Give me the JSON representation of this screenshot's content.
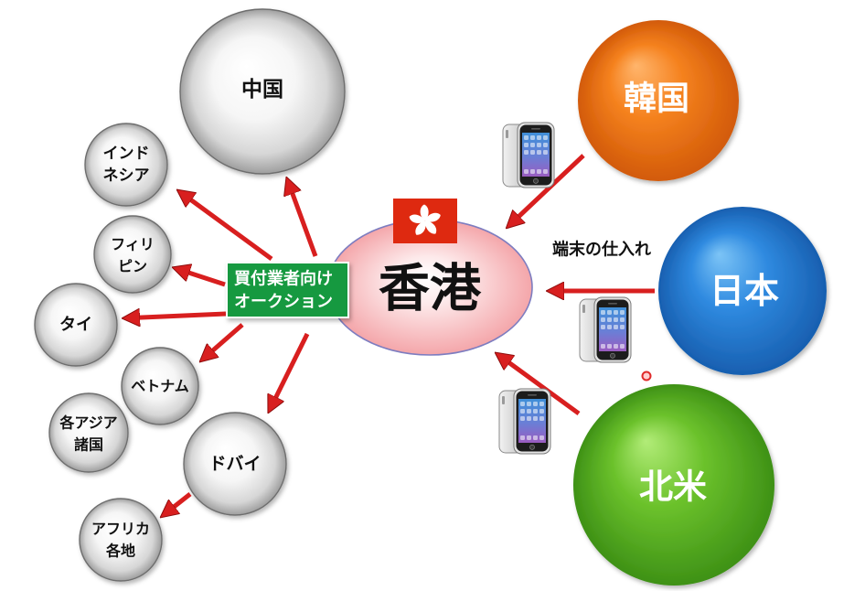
{
  "hub": {
    "label": "香港"
  },
  "auction_box": {
    "lines": [
      "買付業者向け",
      "オークション"
    ]
  },
  "sourcing_label": "端末の仕入れ",
  "sources": [
    {
      "label": "韓国",
      "color": "#f5821f"
    },
    {
      "label": "日本",
      "color": "#2f8ae0"
    },
    {
      "label": "北米",
      "color": "#6cc22c"
    }
  ],
  "destinations": [
    {
      "lines": [
        "中国"
      ]
    },
    {
      "lines": [
        "インド",
        "ネシア"
      ]
    },
    {
      "lines": [
        "フィリ",
        "ピン"
      ]
    },
    {
      "lines": [
        "タイ"
      ]
    },
    {
      "lines": [
        "ベトナム"
      ]
    },
    {
      "lines": [
        "各アジア",
        "諸国"
      ]
    },
    {
      "lines": [
        "ドバイ"
      ]
    },
    {
      "lines": [
        "アフリカ",
        "各地"
      ]
    }
  ],
  "icons": {
    "flag": "hong-kong-flag-icon",
    "phone": "smartphone-icon"
  },
  "colors": {
    "arrow": "#d81f1f",
    "hub_fill": "#f4a6aa",
    "hub_stroke": "#7d7dc0",
    "auction_box": "#17993f",
    "flag": "#de2910",
    "destination_node": "#d6d6d6"
  }
}
